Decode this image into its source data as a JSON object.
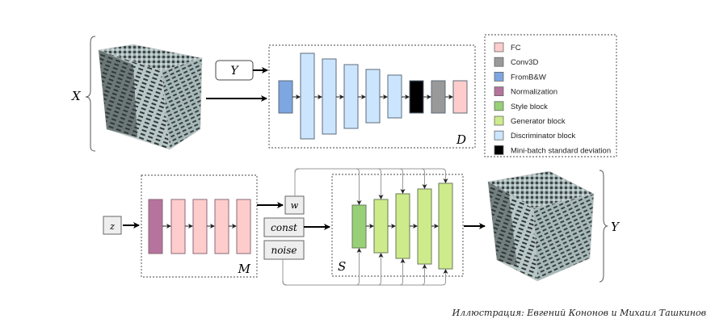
{
  "labels": {
    "X": "X",
    "Y_input": "Y",
    "Y_output": "Y",
    "D": "D",
    "M": "M",
    "S": "S",
    "z": "z",
    "w": "w",
    "const": "const",
    "noise": "noise"
  },
  "colors": {
    "fc": "#ffcccc",
    "conv3d": "#999999",
    "frombw": "#7ea6e0",
    "normalization": "#b5739d",
    "style_block": "#97d077",
    "generator_block": "#cdeb8b",
    "discriminator_block": "#cce5ff",
    "minibatch": "#000000",
    "input_box": "#eeeeee"
  },
  "legend": [
    {
      "label": "FC",
      "color_key": "fc"
    },
    {
      "label": "Conv3D",
      "color_key": "conv3d"
    },
    {
      "label": "FromB&W",
      "color_key": "frombw"
    },
    {
      "label": "Normalization",
      "color_key": "normalization"
    },
    {
      "label": "Style block",
      "color_key": "style_block"
    },
    {
      "label": "Generator block",
      "color_key": "generator_block"
    },
    {
      "label": "Discriminator block",
      "color_key": "discriminator_block"
    },
    {
      "label": "Mini-batch standard deviation",
      "color_key": "minibatch"
    }
  ],
  "discriminator_blocks": [
    "frombw",
    "discriminator_block",
    "discriminator_block",
    "discriminator_block",
    "discriminator_block",
    "discriminator_block",
    "minibatch",
    "conv3d",
    "fc"
  ],
  "mapping_blocks": [
    "normalization",
    "fc",
    "fc",
    "fc",
    "fc"
  ],
  "synthesis_blocks": [
    "style_block",
    "generator_block",
    "generator_block",
    "generator_block",
    "generator_block"
  ],
  "credit": "Иллюстрация: Евгений Кононов и Михаил Ташкинов"
}
